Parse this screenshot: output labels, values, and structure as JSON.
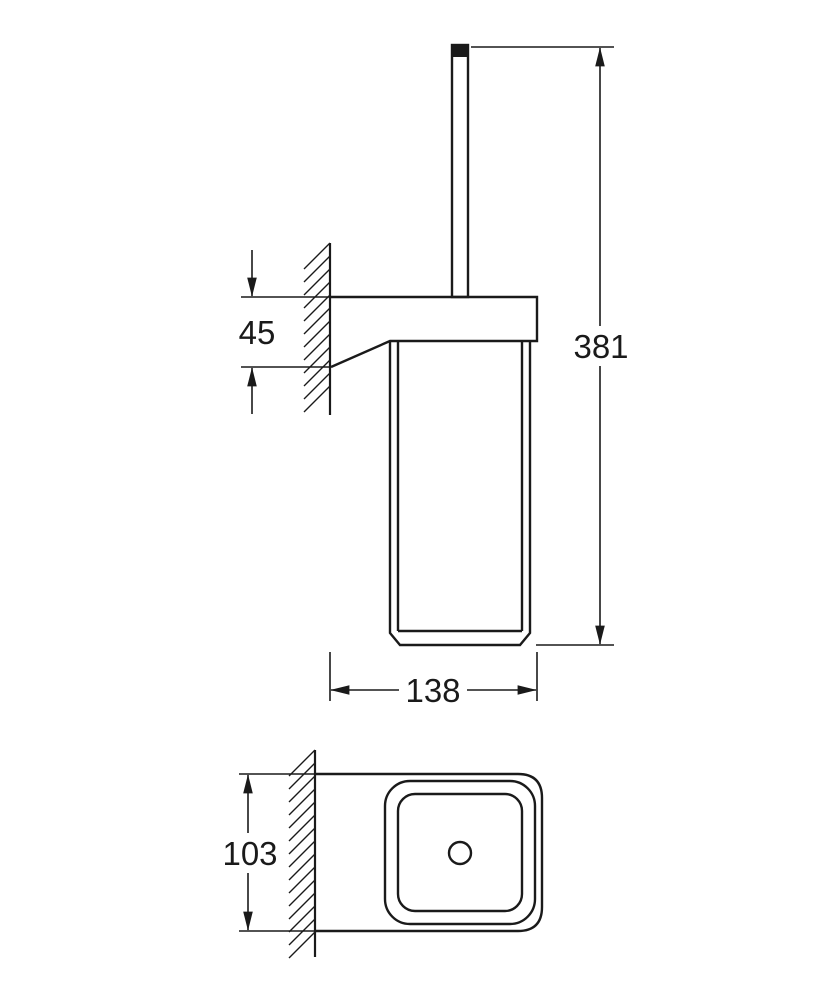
{
  "drawing": {
    "type": "dimension-drawing",
    "front_view": {
      "dim_bracket_height": "45",
      "dim_total_height": "381",
      "dim_width": "138"
    },
    "top_view": {
      "dim_depth": "103"
    }
  }
}
